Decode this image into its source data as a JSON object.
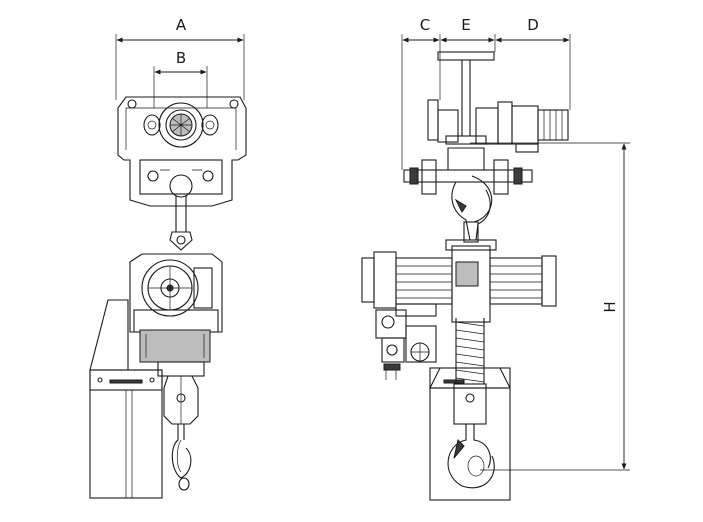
{
  "dimension_labels": {
    "a": "A",
    "b": "B",
    "c": "C",
    "d": "D",
    "e": "E",
    "h": "H"
  }
}
